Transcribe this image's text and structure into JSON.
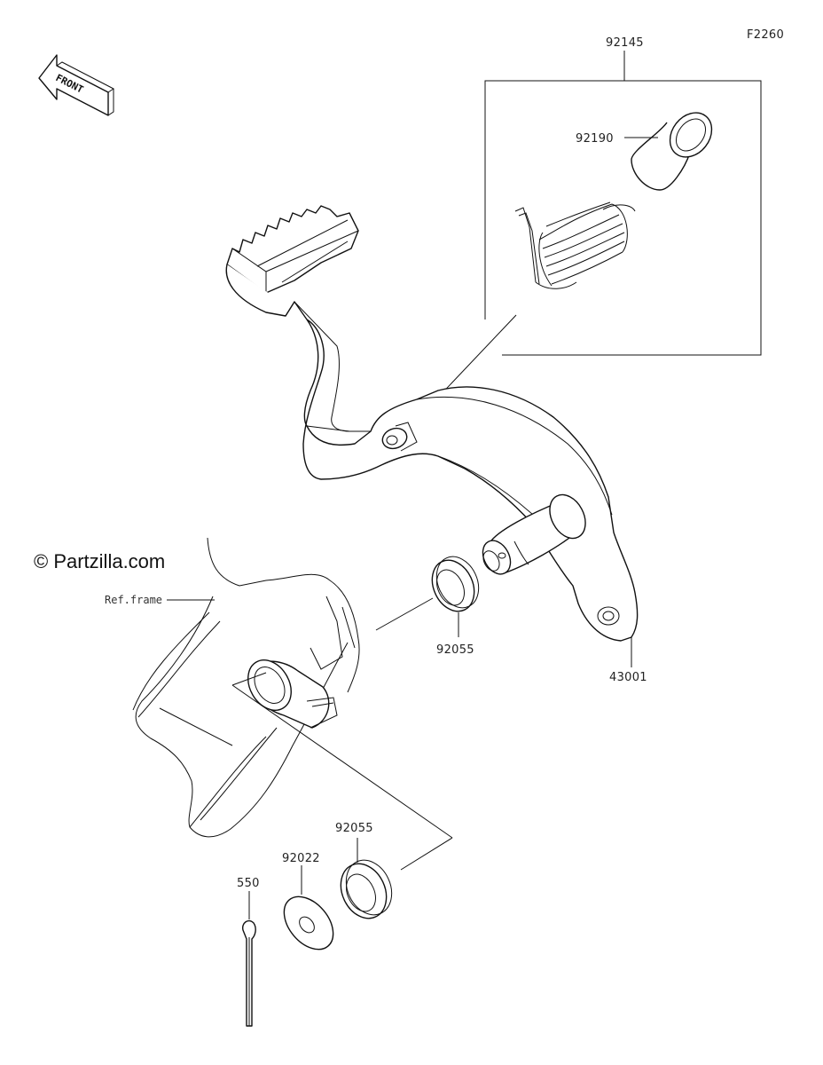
{
  "figure_code": "F2260",
  "front_marker": "FRONT",
  "watermark": "© Partzilla.com",
  "reference_label": "Ref.frame",
  "callouts": {
    "spring_kit": "92145",
    "collar": "92190",
    "pedal": "43001",
    "seal_upper": "92055",
    "seal_lower": "92055",
    "washer": "92022",
    "cotter_pin": "550"
  },
  "colors": {
    "line": "#111111",
    "background": "#ffffff"
  }
}
